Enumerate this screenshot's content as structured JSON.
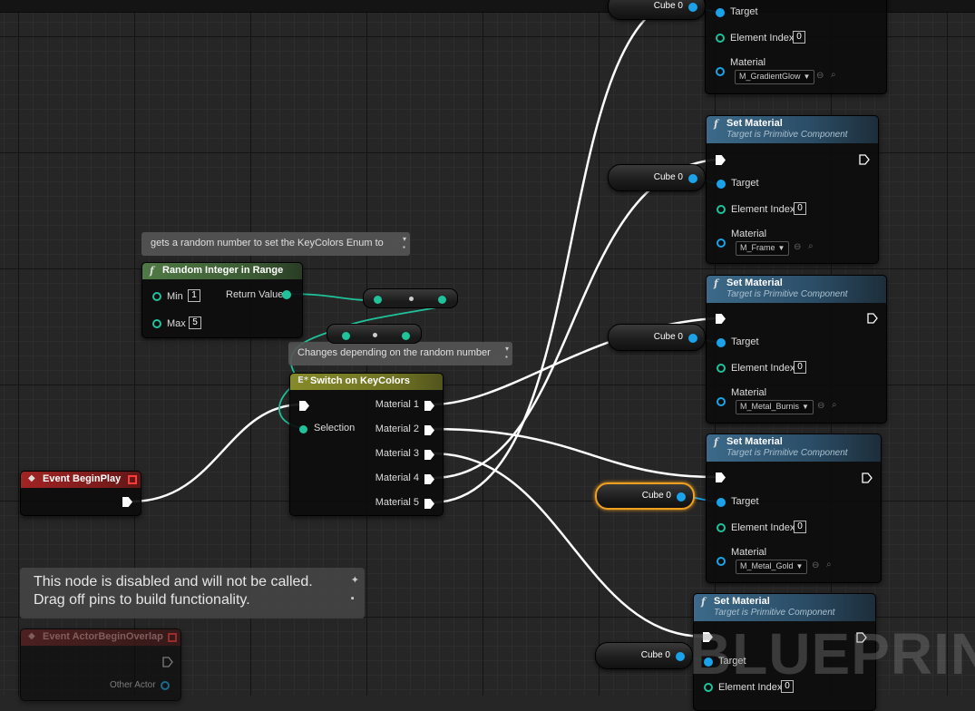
{
  "comments": {
    "random": "gets a random number to set the KeyColors Enum to",
    "switch": "Changes depending on the random number",
    "disabled_line1": "This node is disabled and will not be called.",
    "disabled_line2": "Drag off pins to build functionality."
  },
  "random_node": {
    "title": "Random Integer in Range",
    "min_label": "Min",
    "min_value": "1",
    "max_label": "Max",
    "max_value": "5",
    "return_label": "Return Value"
  },
  "switch_node": {
    "title": "Switch on KeyColors",
    "selection_label": "Selection",
    "outputs": [
      "Material 1",
      "Material 2",
      "Material 3",
      "Material 4",
      "Material 5"
    ]
  },
  "begin_play": {
    "title": "Event BeginPlay"
  },
  "overlap": {
    "title": "Event ActorBeginOverlap",
    "other_actor": "Other Actor"
  },
  "set_material": {
    "title": "Set Material",
    "subtitle": "Target is Primitive Component",
    "target_label": "Target",
    "index_label": "Element Index",
    "material_label": "Material",
    "index_value": "0"
  },
  "materials": [
    "M_GradientGlow",
    "M_Frame",
    "M_Metal_Burnis",
    "M_Metal_Gold"
  ],
  "getter_label": "Cube 0",
  "watermark": "BLUEPRIN",
  "colors": {
    "exec": "#ffffff",
    "object": "#1aa3ea",
    "int": "#1fc29a",
    "selection_border": "#f0a020"
  }
}
